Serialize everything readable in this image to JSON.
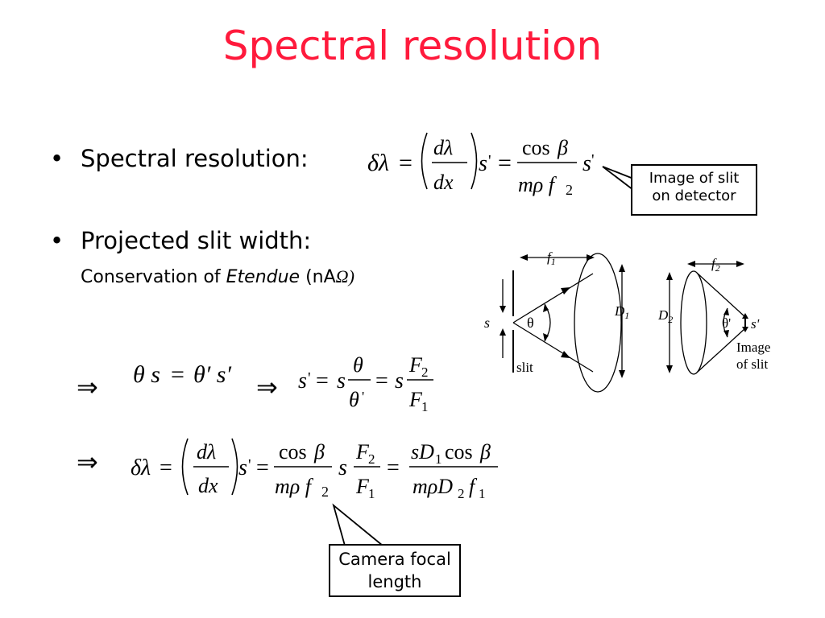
{
  "slide": {
    "title": "Spectral resolution",
    "bullet1": "Spectral resolution:",
    "bullet2": "Projected slit width:",
    "bullet_glyph": "•",
    "subline_prefix": "Conservation of ",
    "subline_italic": "Etendue",
    "subline_suffix": " (nA",
    "subline_tail": "Ω)"
  },
  "callouts": {
    "image_of_slit": [
      "Image of slit",
      "on detector"
    ],
    "camera_focal": [
      "Camera focal",
      "length"
    ]
  },
  "diagram": {
    "f1": "f",
    "f1_sub": "1",
    "f2": "f",
    "f2_sub": "2",
    "d1": "D",
    "d1_sub": "1",
    "d2": "D",
    "d2_sub": "2",
    "s": "s",
    "theta": "θ",
    "theta_prime": "θ'",
    "s_prime": "s'",
    "slit": "slit",
    "image_line1": "Image",
    "image_line2": "of slit"
  },
  "accent_color": "#ff1a3c"
}
